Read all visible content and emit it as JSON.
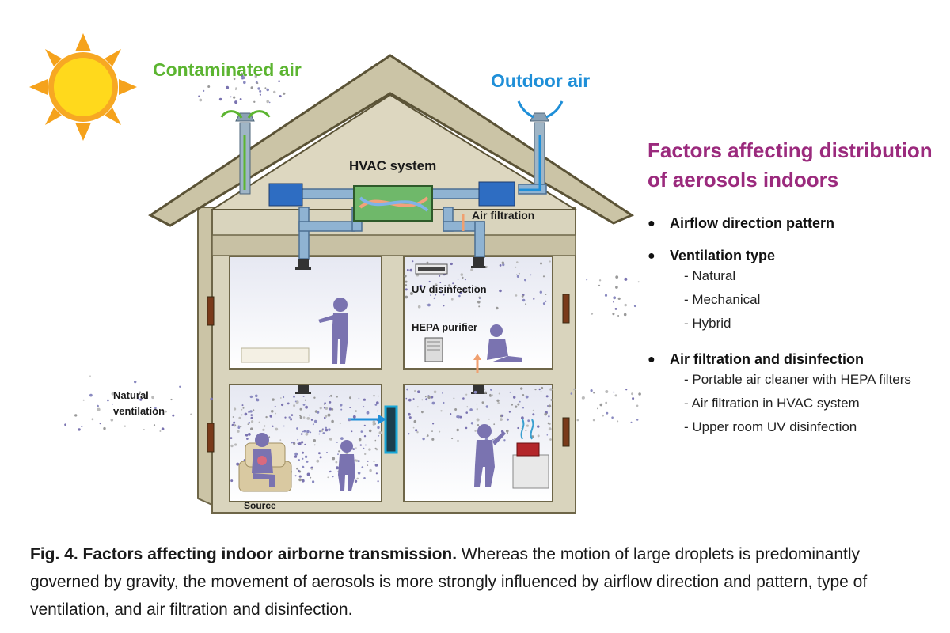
{
  "labels": {
    "contaminated_air": "Contaminated air",
    "outdoor_air": "Outdoor air",
    "hvac_system": "HVAC system",
    "air_filtration": "Air filtration",
    "uv_disinfection": "UV disinfection",
    "hepa_purifier": "HEPA purifier",
    "natural": "Natural",
    "ventilation": "ventilation",
    "source": "Source"
  },
  "factors": {
    "title_line1": "Factors affecting distribution",
    "title_line2": "of aerosols indoors",
    "items": [
      {
        "label": "Airflow direction pattern",
        "subs": []
      },
      {
        "label": "Ventilation type",
        "subs": [
          "- Natural",
          "- Mechanical",
          "- Hybrid"
        ]
      },
      {
        "label": "Air filtration and disinfection",
        "subs": [
          "- Portable air cleaner with HEPA filters",
          "- Air filtration in HVAC system",
          "- Upper room UV disinfection"
        ]
      }
    ]
  },
  "caption": {
    "title": "Fig. 4. Factors affecting indoor airborne transmission.",
    "body": " Whereas the motion of large droplets is predominantly governed by gravity, the movement of aerosols is more strongly influenced by airflow direction and pattern, type of ventilation, and air filtration and disinfection."
  },
  "colors": {
    "title_purple": "#9b2a7d",
    "contaminated_green": "#5cb531",
    "outdoor_blue": "#1f8fd8",
    "wall": "#d8d3bd",
    "person": "#7a73b0"
  }
}
